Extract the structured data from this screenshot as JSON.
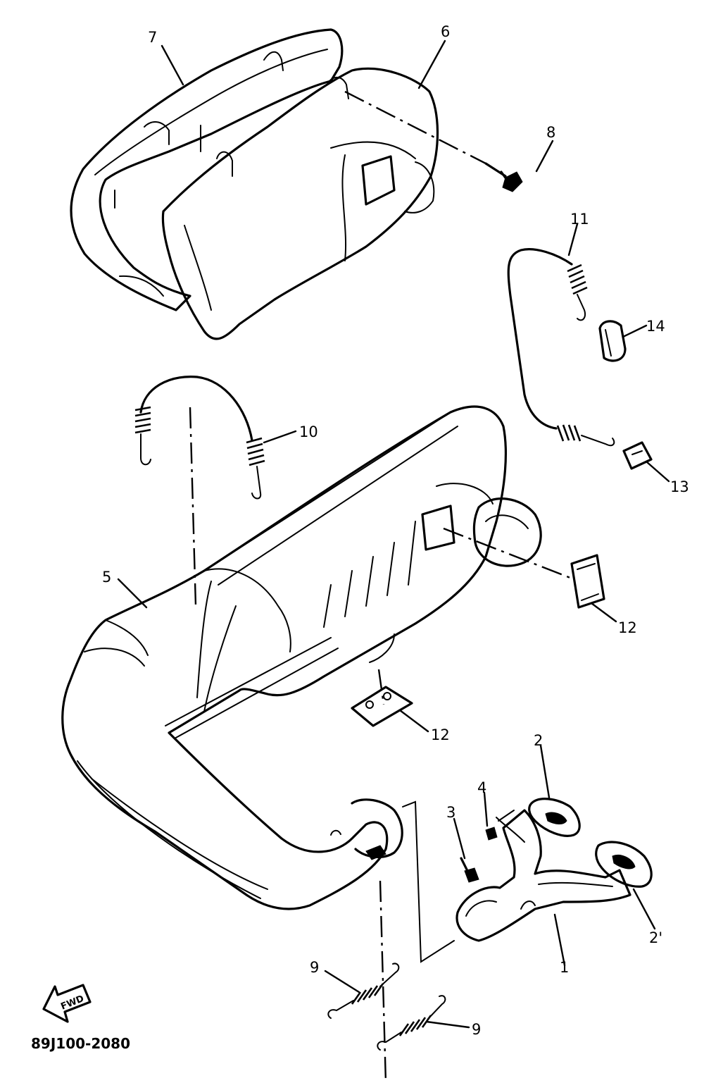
{
  "callouts": {
    "c7": "7",
    "c6": "6",
    "c8": "8",
    "c11": "11",
    "c14": "14",
    "c10": "10",
    "c13": "13",
    "c5": "5",
    "c12a": "12",
    "c12b": "12",
    "c2a": "2",
    "c4": "4",
    "c3": "3",
    "c2b": "2'",
    "c1": "1",
    "c9a": "9",
    "c9b": "9"
  },
  "fwd_label": "FWD",
  "diagram_code": "89J100-2080"
}
